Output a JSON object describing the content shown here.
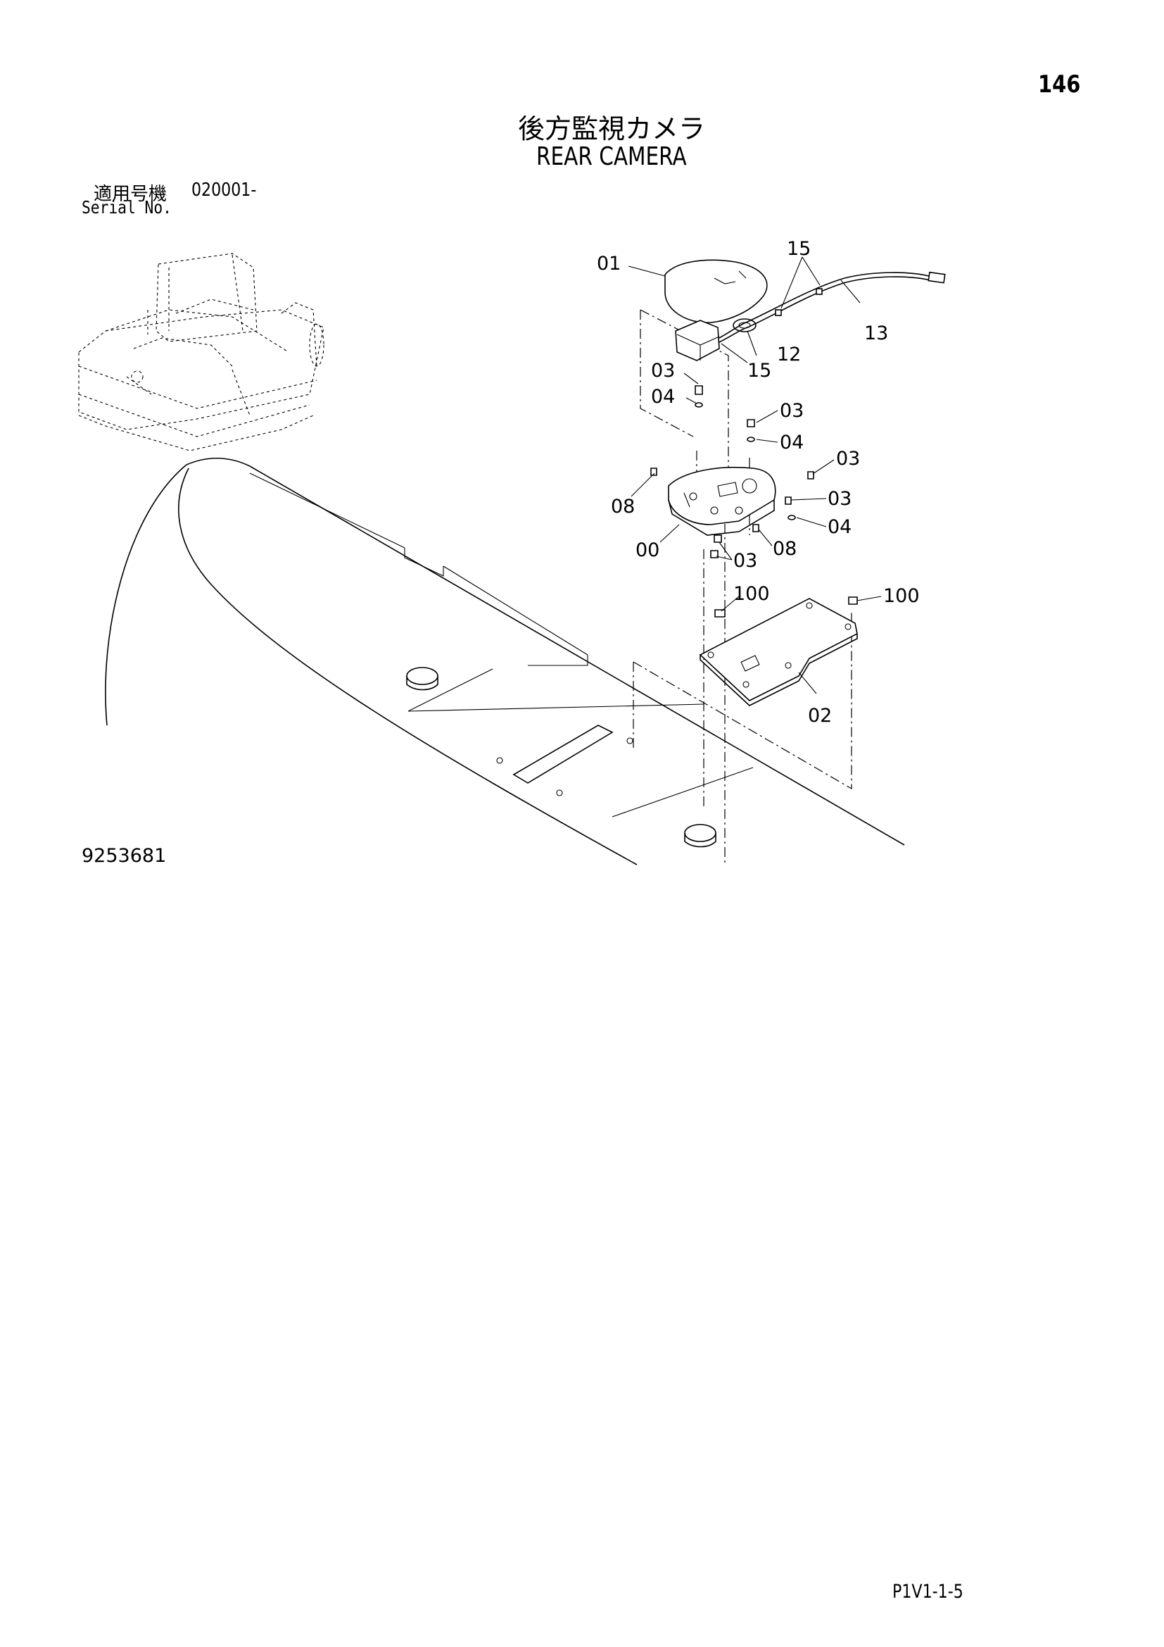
{
  "page_number": "146",
  "title_jp": "後方監視カメラ",
  "title_en": "REAR CAMERA",
  "serial": {
    "label_jp": "適用号機",
    "range": "020001-",
    "label_en": "Serial No."
  },
  "drawing_number": "9253681",
  "page_code": "P1V1-1-5",
  "callouts": [
    {
      "id": "c01",
      "text": "01"
    },
    {
      "id": "c15a",
      "text": "15"
    },
    {
      "id": "c13",
      "text": "13"
    },
    {
      "id": "c12",
      "text": "12"
    },
    {
      "id": "c15b",
      "text": "15"
    },
    {
      "id": "c03a",
      "text": "03"
    },
    {
      "id": "c04a",
      "text": "04"
    },
    {
      "id": "c03b",
      "text": "03"
    },
    {
      "id": "c04b",
      "text": "04"
    },
    {
      "id": "c03c",
      "text": "03"
    },
    {
      "id": "c08a",
      "text": "08"
    },
    {
      "id": "c03d",
      "text": "03"
    },
    {
      "id": "c04c",
      "text": "04"
    },
    {
      "id": "c08b",
      "text": "08"
    },
    {
      "id": "c00",
      "text": "00"
    },
    {
      "id": "c03e",
      "text": "03"
    },
    {
      "id": "c100a",
      "text": "100"
    },
    {
      "id": "c100b",
      "text": "100"
    },
    {
      "id": "c02",
      "text": "02"
    }
  ]
}
